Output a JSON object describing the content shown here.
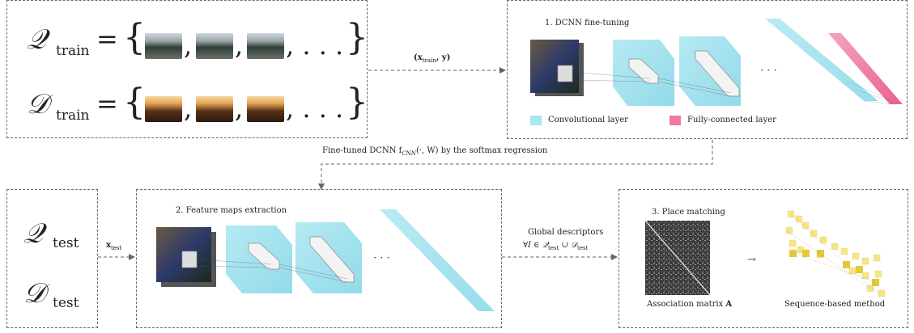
{
  "train_box": {
    "q_symbol": "𝒬",
    "q_sub": "train",
    "d_symbol": "𝒟",
    "d_sub": "train",
    "equals": "=",
    "open_brace": "{",
    "close_brace": "}",
    "comma": ",",
    "ellipsis": ", . . .",
    "thumb_q_type": "road-image",
    "thumb_d_type": "sunset-road-image"
  },
  "arrow_train_label": "(x",
  "arrow_train_label_sub": "train",
  "arrow_train_label_tail": ", y)",
  "finetune_box": {
    "title": "1. DCNN fine-tuning",
    "ellipsis": "· · ·",
    "legend_conv": "Convolutional layer",
    "legend_fc": "Fully-connected layer",
    "conv_color": "#a8e6f0",
    "fc_color": "#f07aa0"
  },
  "finetuned_label": "Fine-tuned DCNN f",
  "finetuned_sub": "CNN",
  "finetuned_tail": "(·, W) by the softmax regression",
  "test_box": {
    "q_symbol": "𝒬",
    "q_sub": "test",
    "d_symbol": "𝒟",
    "d_sub": "test"
  },
  "arrow_test_label": "x",
  "arrow_test_label_sub": "test",
  "feature_box": {
    "title": "2. Feature maps extraction",
    "ellipsis": "· · ·"
  },
  "global_label_1": "Global  descriptors",
  "global_label_2a": "∀I ∈ 𝒬",
  "global_label_2b": "test",
  "global_label_2c": " ∪ 𝒟",
  "global_label_2d": "test",
  "matching_box": {
    "title": "3. Place matching",
    "caption_matrix": "Association matrix ",
    "caption_matrix_bold": "A",
    "caption_seq": "Sequence-based method",
    "arrow": "→"
  }
}
